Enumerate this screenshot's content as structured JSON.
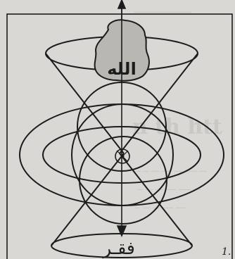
{
  "labels": {
    "top": "الله",
    "bottom": "فقـر",
    "figure_number": "1."
  },
  "background_text": {
    "top_line": "ــــــــــــــــــــ",
    "title_fragment": "n th   htt",
    "line_1": "ـــ ـــــ ـــ ــــ ـــ ــ ـــ",
    "line_2": "ـــ ـــــ ــــ ـــ ـــ ــ",
    "line_3": "ــــ ــــ ـــ ـــ ــ"
  },
  "colors": {
    "paper": "#d9d8d4",
    "ink": "#1c1c1c",
    "blob": "#b9b7b2",
    "ghost_text": "#c9c8c4"
  }
}
